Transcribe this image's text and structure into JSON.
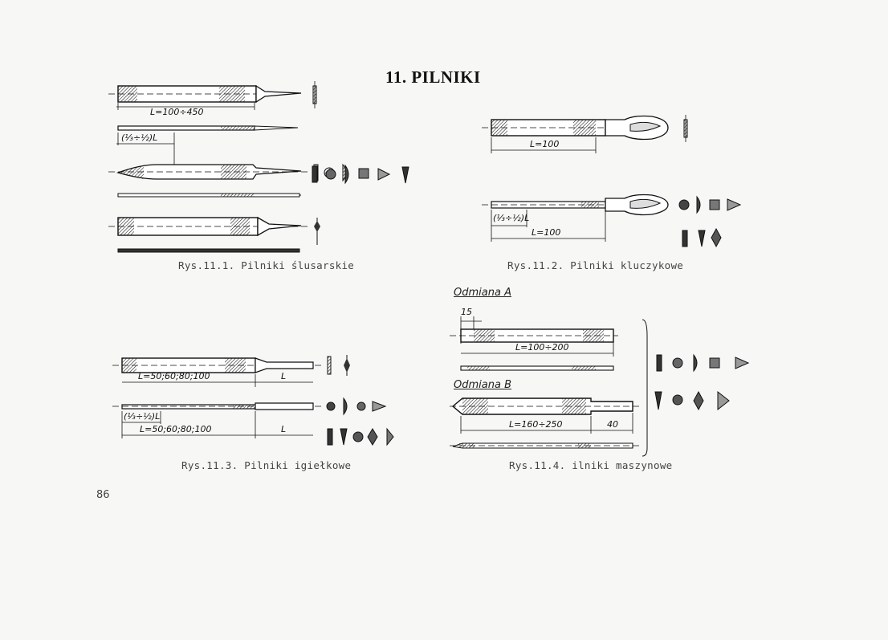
{
  "page": {
    "title": "11. PILNIKI",
    "page_number": "86"
  },
  "figures": {
    "fig1": {
      "caption": "Rys.11.1. Pilniki ślusarskie",
      "dim_length": "L=100÷450",
      "dim_fraction": "(⅓÷½)L"
    },
    "fig2": {
      "caption": "Rys.11.2. Pilniki kluczykowe",
      "dim_length_top": "L=100",
      "dim_fraction": "(⅓÷½)L",
      "dim_length_bottom": "L=100"
    },
    "fig3": {
      "caption": "Rys.11.3. Pilniki igiełkowe",
      "dim_length_top": "L=50;60;80;100",
      "dim_handle_top": "L",
      "dim_fraction": "(⅓÷½)L",
      "dim_length_bottom": "L=50;60;80;100",
      "dim_handle_bottom": "L"
    },
    "fig4": {
      "caption": "Rys.11.4. ilniki maszynowe",
      "variant_a": "Odmiana A",
      "variant_a_offset": "15",
      "variant_a_length": "L=100÷200",
      "variant_b": "Odmiana B",
      "variant_b_length": "L=160÷250",
      "variant_b_shank": "40"
    }
  }
}
